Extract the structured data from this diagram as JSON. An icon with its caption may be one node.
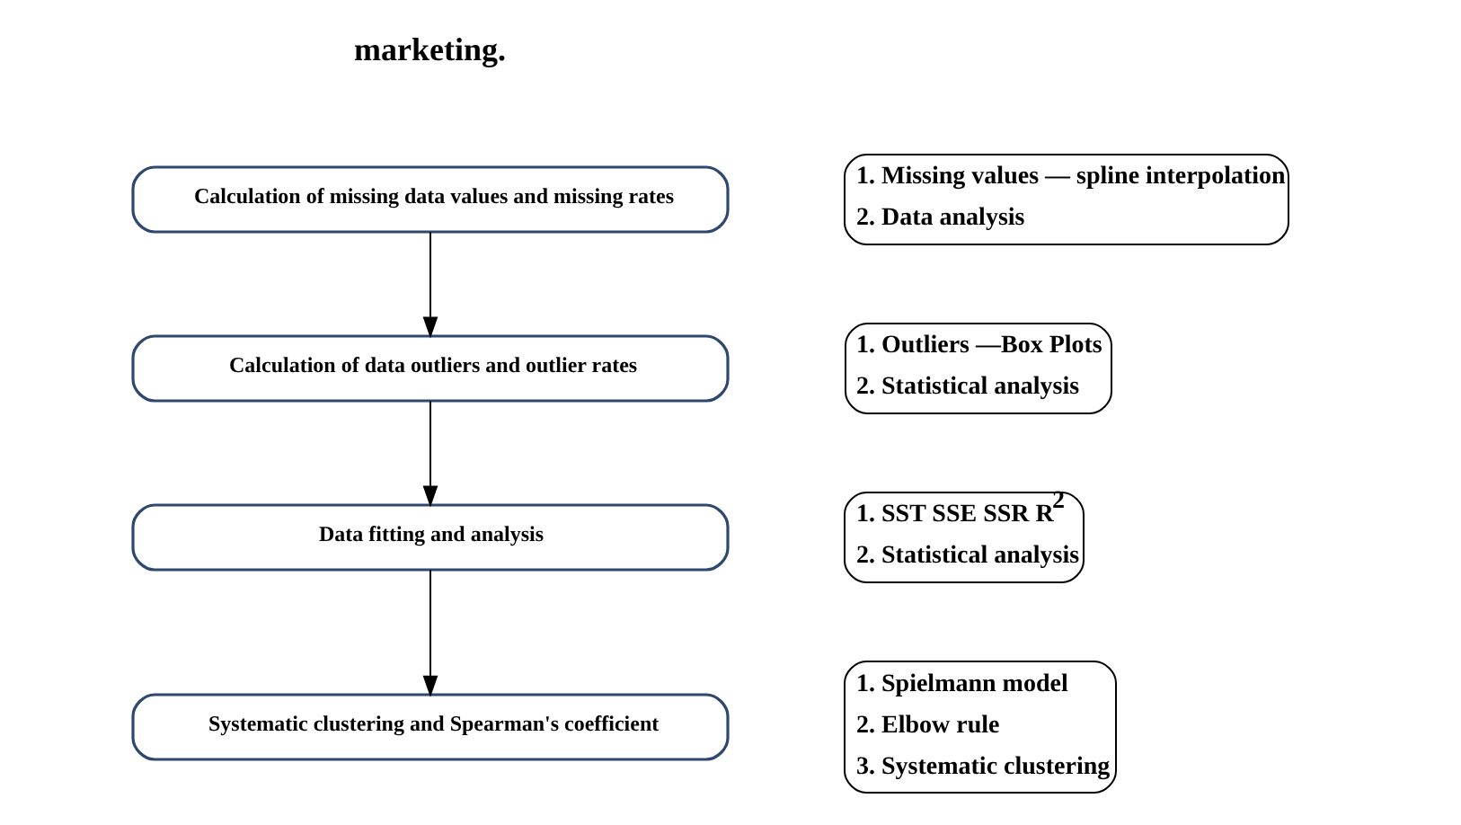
{
  "diagram": {
    "nodes": [
      {
        "text": [
          "Calculation of missing data values and missing rates"
        ],
        "beside": [
          "1. Missing values — spline interpolation",
          "2. Data analysis"
        ]
      },
      {
        "text": [
          "Calculation of data outliers and outlier rates"
        ],
        "beside": [
          "1. Outliers —Box Plots",
          "2. Statistical analysis"
        ]
      },
      {
        "text": [
          "Data fitting and analysis"
        ],
        "beside": [
          "1. SST SSE SSR R$^{2}$",
          "2. Statistical analysis"
        ]
      },
      {
        "text": [
          "Systematic clustering and Spearman's coefficient"
        ],
        "beside": [
          "1. Spielmann model",
          "2. Elbow rule",
          "3. Systematic clustering"
        ]
      }
    ],
    "edges": [
      {
        "from": 0,
        "to": 1,
        "arrow": "to"
      },
      {
        "from": 1,
        "to": 2,
        "arrow": "to"
      },
      {
        "from": 2,
        "to": 3,
        "arrow": "to"
      }
    ],
    "labels": [
      "marketing."
    ]
  }
}
